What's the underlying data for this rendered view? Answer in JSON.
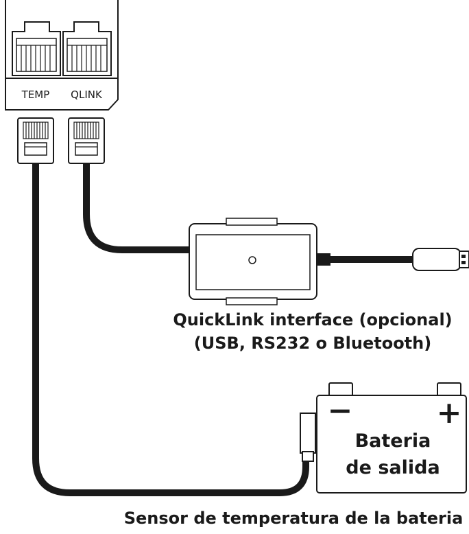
{
  "ports": {
    "temp_label": "TEMP",
    "qlink_label": "QLINK"
  },
  "quicklink": {
    "caption_line1": "QuickLink interface (opcional)",
    "caption_line2": "(USB, RS232 o Bluetooth)"
  },
  "battery": {
    "minus_symbol": "−",
    "plus_symbol": "+",
    "label_line1": "Bateria",
    "label_line2": "de salida"
  },
  "sensor": {
    "caption": "Sensor de temperatura de la bateria"
  }
}
